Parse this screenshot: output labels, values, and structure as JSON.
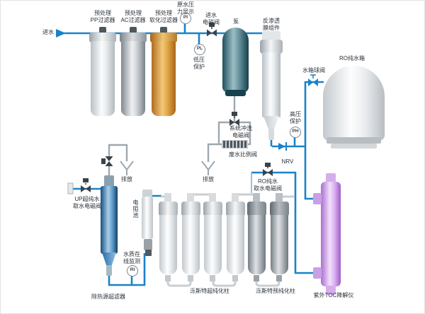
{
  "colors": {
    "pipe_blue": "#1a82c8",
    "pipe_gray": "#9fa8ae",
    "pump_teal": "#4d7f8a",
    "softener_orange": "#d99a3e",
    "uv_purple": "#c79be2"
  },
  "labels": {
    "inlet": "进水",
    "filter_pp": {
      "l1": "预处理",
      "l2": "PP过滤器"
    },
    "filter_ac": {
      "l1": "预处理",
      "l2": "AC过滤器"
    },
    "filter_soft": {
      "l1": "预处理",
      "l2": "软化过滤器"
    },
    "raw_pressure": {
      "l1": "原水压",
      "l2": "力显示",
      "tag": "PI"
    },
    "inlet_valve": {
      "l1": "进水",
      "l2": "电磁阀"
    },
    "low_pressure": {
      "l1": "低压",
      "l2": "保护",
      "tag": "PL"
    },
    "pump": "泵",
    "ro_membrane": {
      "l1": "反渗透",
      "l2": "膜组件"
    },
    "ro_tank": "RO纯水箱",
    "tank_ball_valve": "水箱球阀",
    "high_pressure": {
      "l1": "高压",
      "l2": "保护",
      "tag": "PH"
    },
    "nrv": "NRV",
    "flush_valve": {
      "l1": "系统冲洗",
      "l2": "电磁阀"
    },
    "waste_valve": "废水比例阀",
    "drain_mid": "排放",
    "drain_left": "排放",
    "ro_intake_valve": {
      "l1": "RO纯水",
      "l2": "取水电磁阀"
    },
    "up_intake_valve": {
      "l1": "UP超纯水",
      "l2": "取水电磁阀"
    },
    "resistivity_cell": "电阻池",
    "water_monitor": {
      "l1": "水质在",
      "l2": "线监测",
      "tag": "RI"
    },
    "ultrafilter": "除热源超滤器",
    "ultra_columns": "泺斯特超纯化柱",
    "pre_columns": "泺斯特预纯化柱",
    "uv_toc": "紫外TOC降解仪"
  }
}
